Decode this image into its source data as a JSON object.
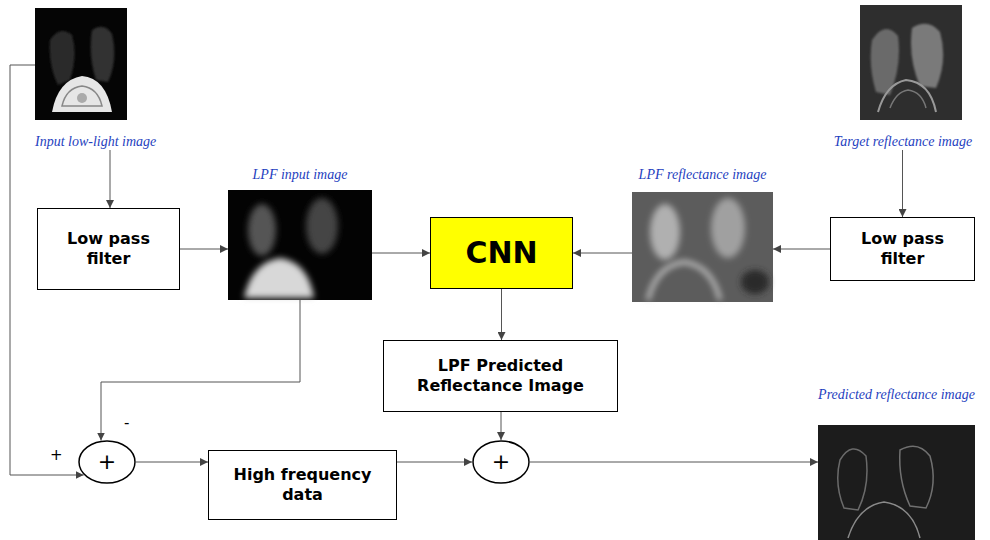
{
  "diagram": {
    "nodes": [
      {
        "text": [
          "Input low-light image"
        ]
      },
      {
        "text": [
          "Target reflectance image"
        ]
      },
      {
        "text": [
          "Low pass filter"
        ]
      },
      {
        "text": [
          "LPF input image"
        ]
      },
      {
        "text": [
          "CNN"
        ]
      },
      {
        "text": [
          "LPF reflectance image"
        ]
      },
      {
        "text": [
          "Low pass filter"
        ]
      },
      {
        "text": [
          "LPF Predicted Reflectance Image"
        ]
      },
      {
        "text": [
          "+"
        ]
      },
      {
        "text": [
          "High frequency data"
        ]
      },
      {
        "text": [
          "+"
        ]
      },
      {
        "text": [
          "Predicted reflectance image"
        ]
      }
    ],
    "edges": [
      {
        "from": 0,
        "to": 2,
        "arrow": "to"
      },
      {
        "from": 1,
        "to": 6,
        "arrow": "to"
      },
      {
        "from": 2,
        "to": 3,
        "arrow": "to"
      },
      {
        "from": 3,
        "to": 4,
        "arrow": "to"
      },
      {
        "from": 6,
        "to": 5,
        "arrow": "to"
      },
      {
        "from": 5,
        "to": 4,
        "arrow": "to"
      },
      {
        "from": 4,
        "to": 7,
        "arrow": "to"
      },
      {
        "from": 3,
        "to": 8,
        "arrow": "to"
      },
      {
        "from": 0,
        "to": 8,
        "arrow": "to"
      },
      {
        "from": 8,
        "to": 9,
        "arrow": "to"
      },
      {
        "from": 9,
        "to": 10,
        "arrow": "to"
      },
      {
        "from": 7,
        "to": 10,
        "arrow": "to"
      },
      {
        "from": 10,
        "to": 11,
        "arrow": "to"
      }
    ],
    "labels": [
      "+",
      "-"
    ]
  }
}
